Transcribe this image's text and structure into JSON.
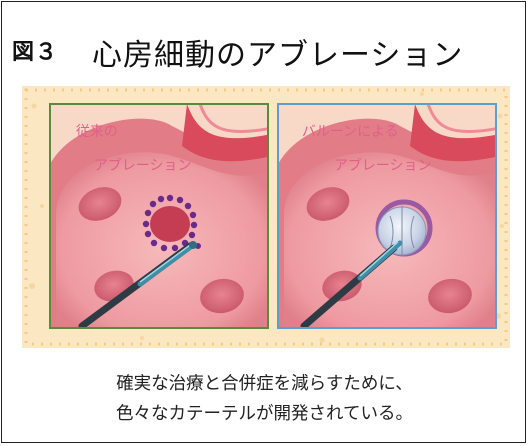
{
  "figure": {
    "number": "図３",
    "title": "心房細動のアブレーション"
  },
  "panels": [
    {
      "label_line1": "従来の",
      "label_line2": "アブレーション"
    },
    {
      "label_line1": "バルーンによる",
      "label_line2": "アブレーション"
    }
  ],
  "caption": {
    "line1": "確実な治療と合併症を減らすために、",
    "line2": "色々なカテーテルが開発されている。"
  },
  "colors": {
    "frame_border": "#222222",
    "illustration_bg": "#fbe7c2",
    "left_panel_border": "#5a8a3c",
    "right_panel_border": "#5b9fd1",
    "tissue": "#f2a3a8",
    "vessel": "#d94a5c",
    "label_text": "#e0608a",
    "catheter": "#3f8fa8",
    "ablation_dots": "#6a2a8a"
  }
}
